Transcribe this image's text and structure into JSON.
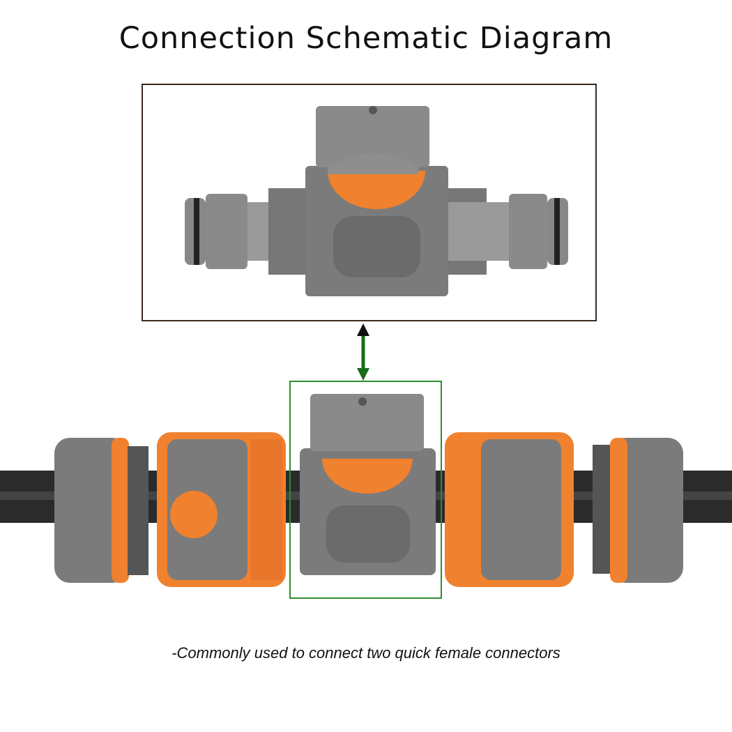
{
  "title": "Connection Schematic Diagram",
  "caption": "-Commonly used to connect two quick female connectors",
  "colors": {
    "body_gray": "#7b7b7b",
    "orange": "#f0812e",
    "hose": "#2b2b2b",
    "frame": "#3a2a20",
    "highlight_green": "#2e8b2e",
    "arrow": "#1a6b1a"
  },
  "icons": [
    "valve-connector",
    "double-arrow",
    "female-quick-connector",
    "hose"
  ]
}
